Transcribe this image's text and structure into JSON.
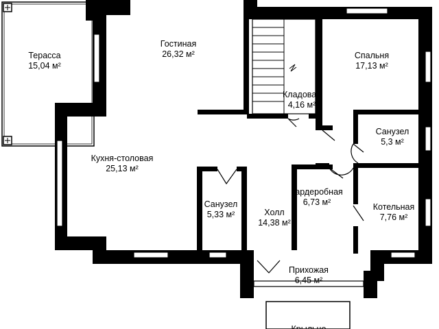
{
  "rooms": [
    {
      "id": "terrace",
      "name": "Терасса",
      "area": "15,04 м²"
    },
    {
      "id": "living",
      "name": "Гостиная",
      "area": "26,32 м²"
    },
    {
      "id": "bedroom",
      "name": "Спальня",
      "area": "17,13 м²"
    },
    {
      "id": "pantry",
      "name": "Кладовая",
      "area": "4,16 м²"
    },
    {
      "id": "bathroom-right",
      "name": "Санузел",
      "area": "5,3 м²"
    },
    {
      "id": "kitchen",
      "name": "Кухня-столовая",
      "area": "25,13 м²"
    },
    {
      "id": "wardrobe",
      "name": "Гардеробная",
      "area": "6,73 м²"
    },
    {
      "id": "bathroom-left",
      "name": "Санузел",
      "area": "5,33 м²"
    },
    {
      "id": "hall",
      "name": "Холл",
      "area": "14,38 м²"
    },
    {
      "id": "boiler",
      "name": "Котельная",
      "area": "7,76 м²"
    },
    {
      "id": "entrance",
      "name": "Прихожая",
      "area": "6,45 м²"
    },
    {
      "id": "porch",
      "name": "Крыльцо",
      "area": ""
    }
  ]
}
